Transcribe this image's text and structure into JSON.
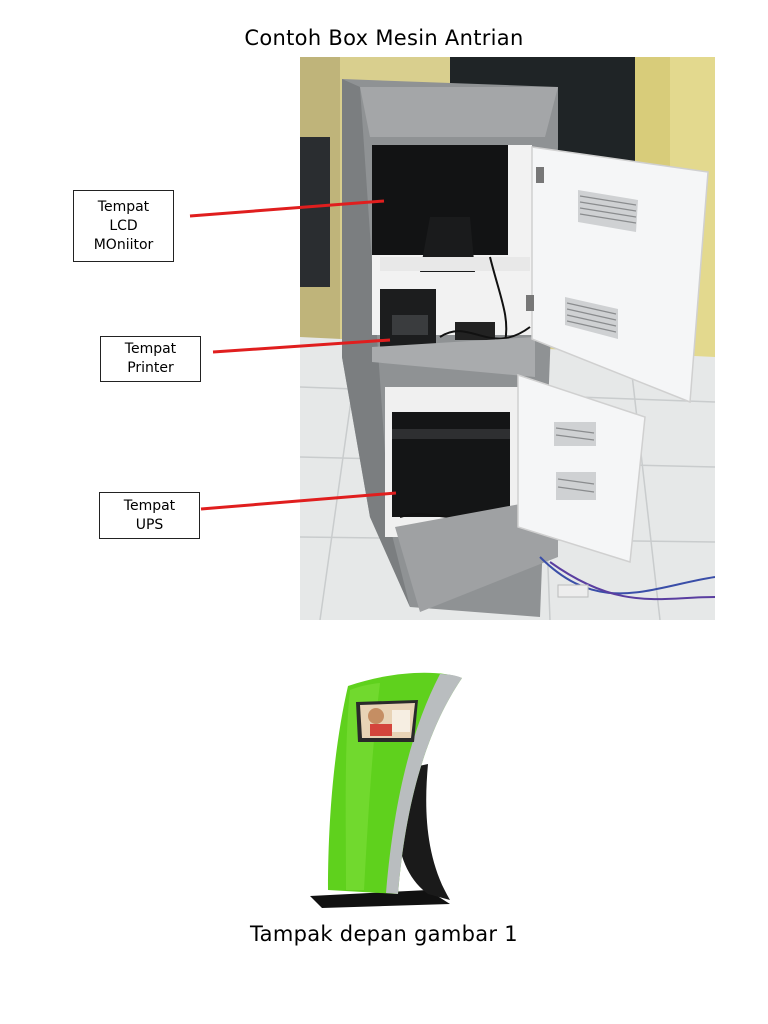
{
  "title": "Contoh Box Mesin Antrian",
  "caption": "Tampak depan gambar 1",
  "callouts": {
    "lcd": [
      "Tempat",
      "LCD",
      "MOniitor"
    ],
    "printer": [
      "Tempat",
      "Printer"
    ],
    "ups": [
      "Tempat",
      "UPS"
    ]
  },
  "colors": {
    "leader_line": "#e01e1e",
    "cabinet_gray": "#9a9c9e",
    "kiosk_green": "#5fd11d"
  }
}
